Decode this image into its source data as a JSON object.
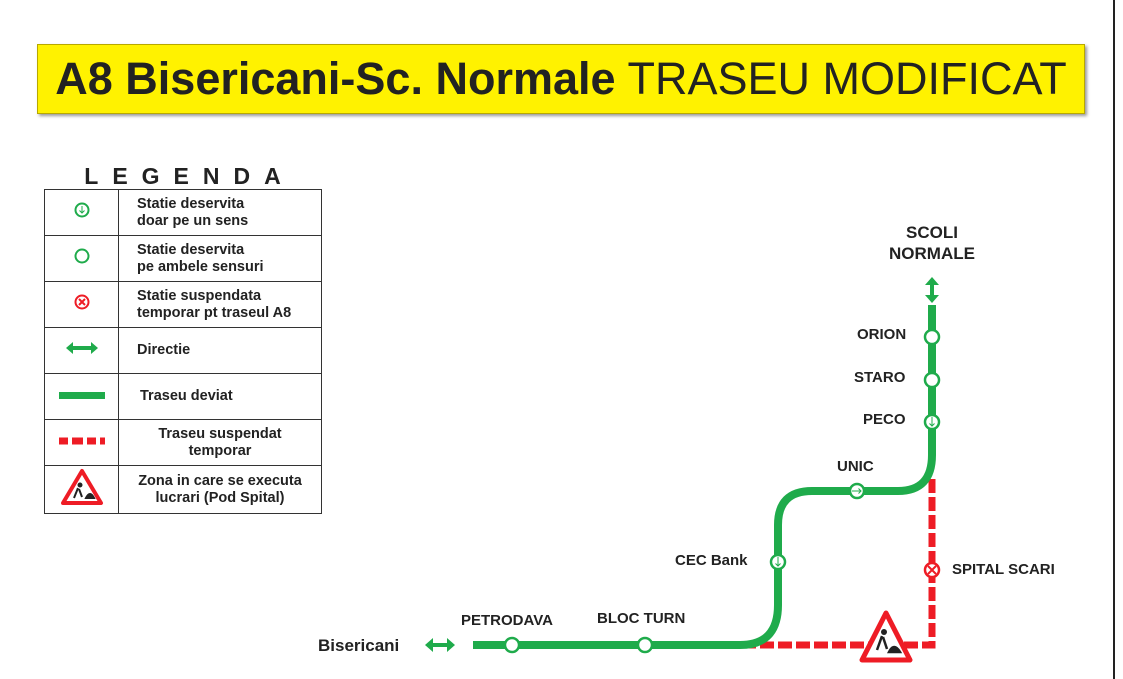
{
  "title": {
    "bold": "A8 Bisericani-Sc. Normale",
    "normal": "TRASEU MODIFICAT"
  },
  "legend": {
    "title": "LEGENDA",
    "items": [
      {
        "icon": "one-way-station-icon",
        "line1": "Statie deservita",
        "line2": "doar pe un sens"
      },
      {
        "icon": "two-way-station-icon",
        "line1": "Statie deservita",
        "line2": "pe ambele sensuri"
      },
      {
        "icon": "suspended-station-icon",
        "line1": "Statie suspendata",
        "line2": "temporar pt traseul A8"
      },
      {
        "icon": "direction-arrow-icon",
        "line1": "Directie",
        "line2": ""
      },
      {
        "icon": "green-line-icon",
        "line1": "Traseu deviat",
        "line2": ""
      },
      {
        "icon": "red-dashed-line-icon",
        "line1": "Traseu suspendat",
        "line2": "temporar"
      },
      {
        "icon": "roadworks-icon",
        "line1": "Zona in care se executa",
        "line2": "lucrari (Pod Spital)"
      }
    ]
  },
  "map": {
    "start": "Bisericani",
    "end_line1": "SCOLI",
    "end_line2": "NORMALE",
    "stations": [
      "PETRODAVA",
      "BLOC TURN",
      "CEC Bank",
      "UNIC",
      "PECO",
      "STARO",
      "ORION",
      "SPITAL SCARI"
    ]
  },
  "colors": {
    "green": "#1fab4b",
    "red": "#ee1c25",
    "yellow": "#fff200"
  }
}
